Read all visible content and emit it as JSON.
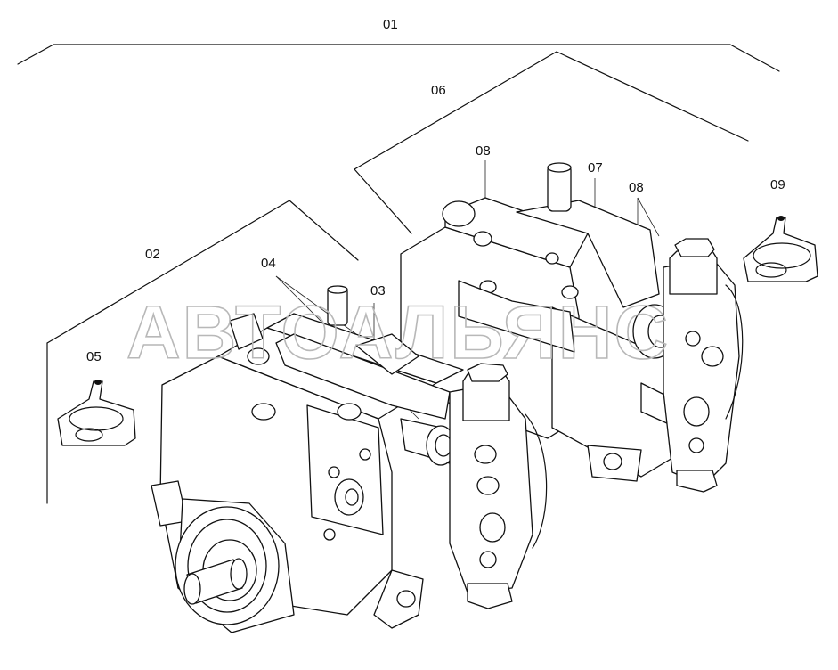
{
  "callouts": {
    "c01": "01",
    "c02": "02",
    "c03": "03",
    "c04": "04",
    "c05": "05",
    "c06": "06",
    "c07": "07",
    "c08a": "08",
    "c08b": "08",
    "c09": "09"
  },
  "watermark": "АВТОАЛЬЯНС",
  "colors": {
    "line": "#111111",
    "watermark": "#b8b8b8",
    "background": "#ffffff"
  }
}
